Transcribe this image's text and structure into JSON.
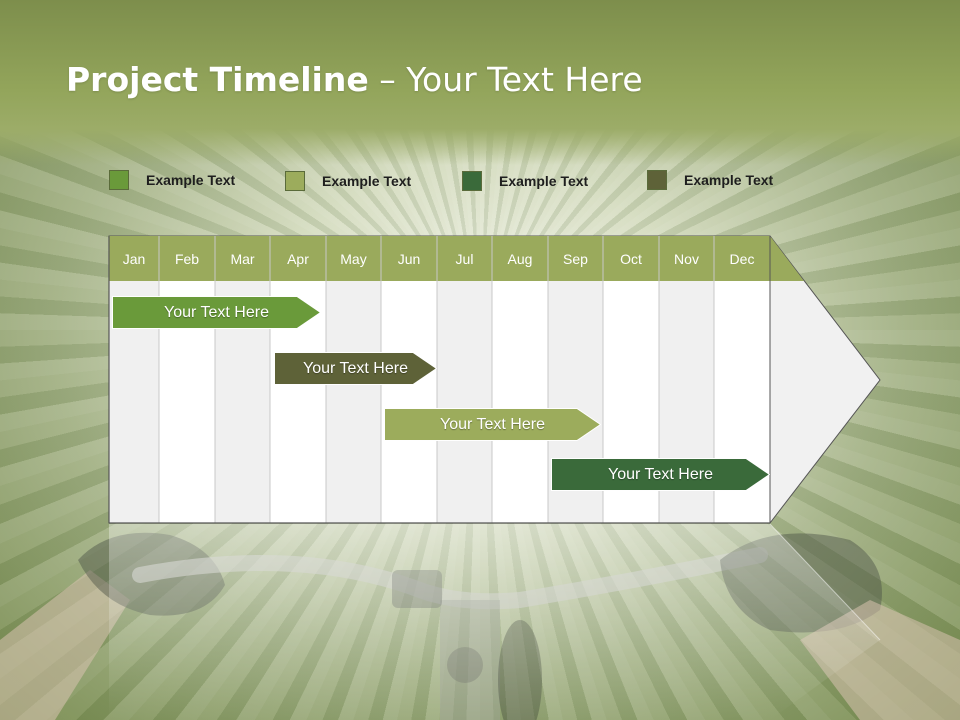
{
  "title": {
    "main": "Project Timeline",
    "separator": " – ",
    "rest": "Your Text Here"
  },
  "legend": [
    {
      "label": "Example Text",
      "color": "#6a9a3a"
    },
    {
      "label": "Example Text",
      "color": "#9cac5c"
    },
    {
      "label": "Example Text",
      "color": "#3a6a3a"
    },
    {
      "label": "Example Text",
      "color": "#5e6238"
    }
  ],
  "months": [
    "Jan",
    "Feb",
    "Mar",
    "Apr",
    "May",
    "Jun",
    "Jul",
    "Aug",
    "Sep",
    "Oct",
    "Nov",
    "Dec"
  ],
  "tasks": [
    {
      "label": "Your  Text Here",
      "color": "#6a9a3a"
    },
    {
      "label": "Your  Text Here",
      "color": "#5e6238"
    },
    {
      "label": "Your  Text Here",
      "color": "#9cac5c"
    },
    {
      "label": "Your  Text Here",
      "color": "#3a6a3a"
    }
  ],
  "colors": {
    "title_band": "#93a55b",
    "header_row": "#9aaa5c",
    "column_light": "#f0f0f0",
    "column_white": "#ffffff"
  }
}
